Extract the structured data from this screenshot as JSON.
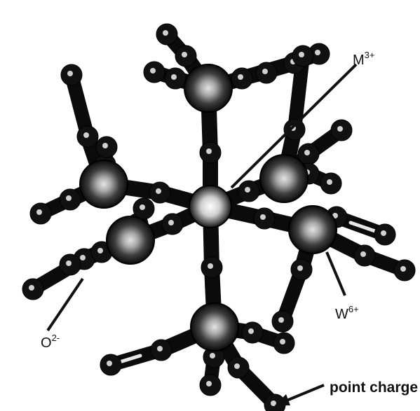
{
  "labels": {
    "metal_ion": {
      "base": "M",
      "sup": "3+"
    },
    "tungsten_ion": {
      "base": "W",
      "sup": "6+"
    },
    "oxygen_ion": {
      "base": "O",
      "sup": "2-"
    },
    "point_charge": "point charge"
  }
}
